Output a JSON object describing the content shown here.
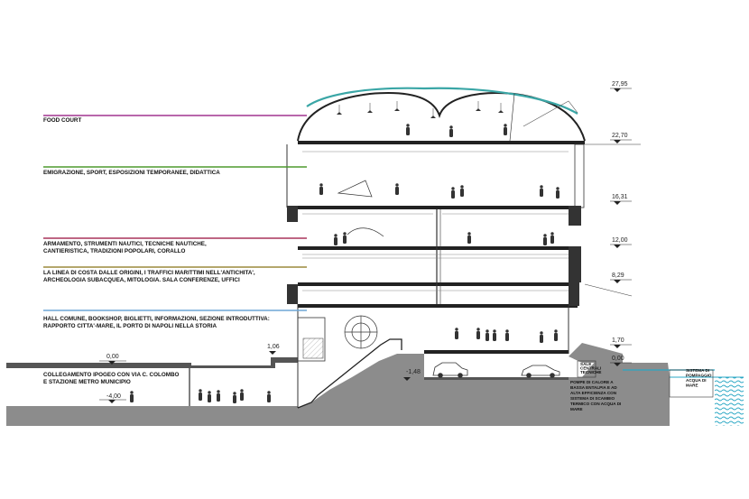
{
  "labels": {
    "food_court": "FOOD COURT",
    "emigrazione": "EMIGRAZIONE,  SPORT, ESPOSIZIONI TEMPORANEE, DIDATTICA",
    "armamento_1": "ARMAMENTO, STRUMENTI NAUTICI, TECNICHE NAUTICHE,",
    "armamento_2": "CANTIERISTICA, TRADIZIONI POPOLARI, CORALLO",
    "linea_1": "LA LINEA DI COSTA DALLE ORIGINI, I TRAFFICI MARITTIMI NELL'ANTICHITA',",
    "linea_2": "ARCHEOLOGIA SUBACQUEA, MITOLOGIA. SALA CONFERENZE, UFFICI",
    "hall_1": "HALL COMUNE, BOOKSHOP, BIGLIETTI, INFORMAZIONI, SEZIONE INTRODUTTIVA:",
    "hall_2": "RAPPORTO CITTA'-MARE, IL PORTO DI NAPOLI NELLA STORIA",
    "collegamento_1": "COLLEGAMENTO IPOGEO CON VIA C. COLOMBO",
    "collegamento_2": "E STAZIONE METRO MUNICIPIO"
  },
  "levels_right": [
    "27,95",
    "22,70",
    "16,31",
    "12,00",
    "8,29",
    "1,70",
    "0,00"
  ],
  "levels_left": {
    "zero": "0,00",
    "minus_four": "-4,00",
    "one_six": "1,06",
    "minus_one_four": "-1,48"
  },
  "pumps_note": [
    "POMPE    DI    CALORE    A",
    "BASSA  ENTALPIA  E  AD",
    "ALTA      EFFICIENZA      CON",
    "SISTEMA      DI      SCAMBIO",
    "TERMICO   CON   ACQUA   DI",
    "MARE"
  ],
  "plant_room": [
    "SALE",
    "CENTRALI",
    "TECNICHE"
  ],
  "pumping_note": [
    "SISTEMA DI",
    "POMPAGGIO",
    "ACQUA DI",
    "MARE"
  ],
  "colors": {
    "food_court": "#a0338f",
    "emigrazione": "#4e9a2e",
    "armamento": "#a8345a",
    "linea": "#9c8a3c",
    "hall": "#6fa6d6",
    "roof": "#3aa6a6",
    "water": "#2aa7c4",
    "ground": "#8c8c8c"
  }
}
